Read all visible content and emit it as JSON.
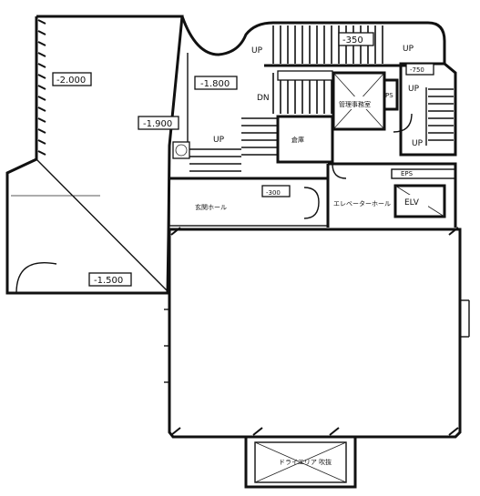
{
  "levels": {
    "lv_2000": "-2.000",
    "lv_1800": "-1.800",
    "lv_1900": "-1.900",
    "lv_1500": "-1.500",
    "lv_350": "-350",
    "lv_750": "-750",
    "lv_300": "-300"
  },
  "stair_labels": {
    "up_top": "UP",
    "up_right_top": "UP",
    "up_right_mid": "UP",
    "up_right_low": "UP",
    "up_left": "UP",
    "dn": "DN"
  },
  "rooms": {
    "mgmt_room": "管理事務室",
    "ps": "PS",
    "eps": "EPS",
    "elv": "ELV",
    "elevator_hall": "エレベーターホール",
    "entrance_hall": "玄関ホール",
    "small_room": "倉庫",
    "bottom_room": "ドライエリア 吹抜"
  }
}
